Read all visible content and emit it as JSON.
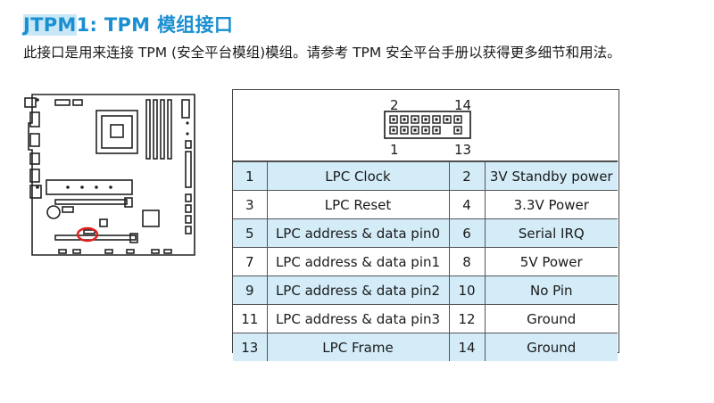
{
  "title": {
    "highlight": "JTPM",
    "rest": "1: TPM 模组接口"
  },
  "description": "此接口是用来连接 TPM (安全平台模组)模组。请参考 TPM 安全平台手册以获得更多细节和用法。",
  "header_diagram": {
    "top_left": "2",
    "top_right": "14",
    "bottom_left": "1",
    "bottom_right": "13"
  },
  "pins": [
    {
      "pin_a": "1",
      "name_a": "LPC Clock",
      "pin_b": "2",
      "name_b": "3V Standby power",
      "shaded": true
    },
    {
      "pin_a": "3",
      "name_a": "LPC Reset",
      "pin_b": "4",
      "name_b": "3.3V Power",
      "shaded": false
    },
    {
      "pin_a": "5",
      "name_a": "LPC address & data pin0",
      "pin_b": "6",
      "name_b": "Serial IRQ",
      "shaded": true
    },
    {
      "pin_a": "7",
      "name_a": "LPC address & data pin1",
      "pin_b": "8",
      "name_b": "5V Power",
      "shaded": false
    },
    {
      "pin_a": "9",
      "name_a": "LPC address & data pin2",
      "pin_b": "10",
      "name_b": "No Pin",
      "shaded": true
    },
    {
      "pin_a": "11",
      "name_a": "LPC address & data pin3",
      "pin_b": "12",
      "name_b": "Ground",
      "shaded": false
    },
    {
      "pin_a": "13",
      "name_a": "LPC Frame",
      "pin_b": "14",
      "name_b": "Ground",
      "shaded": true
    }
  ],
  "colors": {
    "title": "#1a8fd1",
    "row_shade": "#d3ecf8",
    "highlight_circle": "#e02020"
  }
}
